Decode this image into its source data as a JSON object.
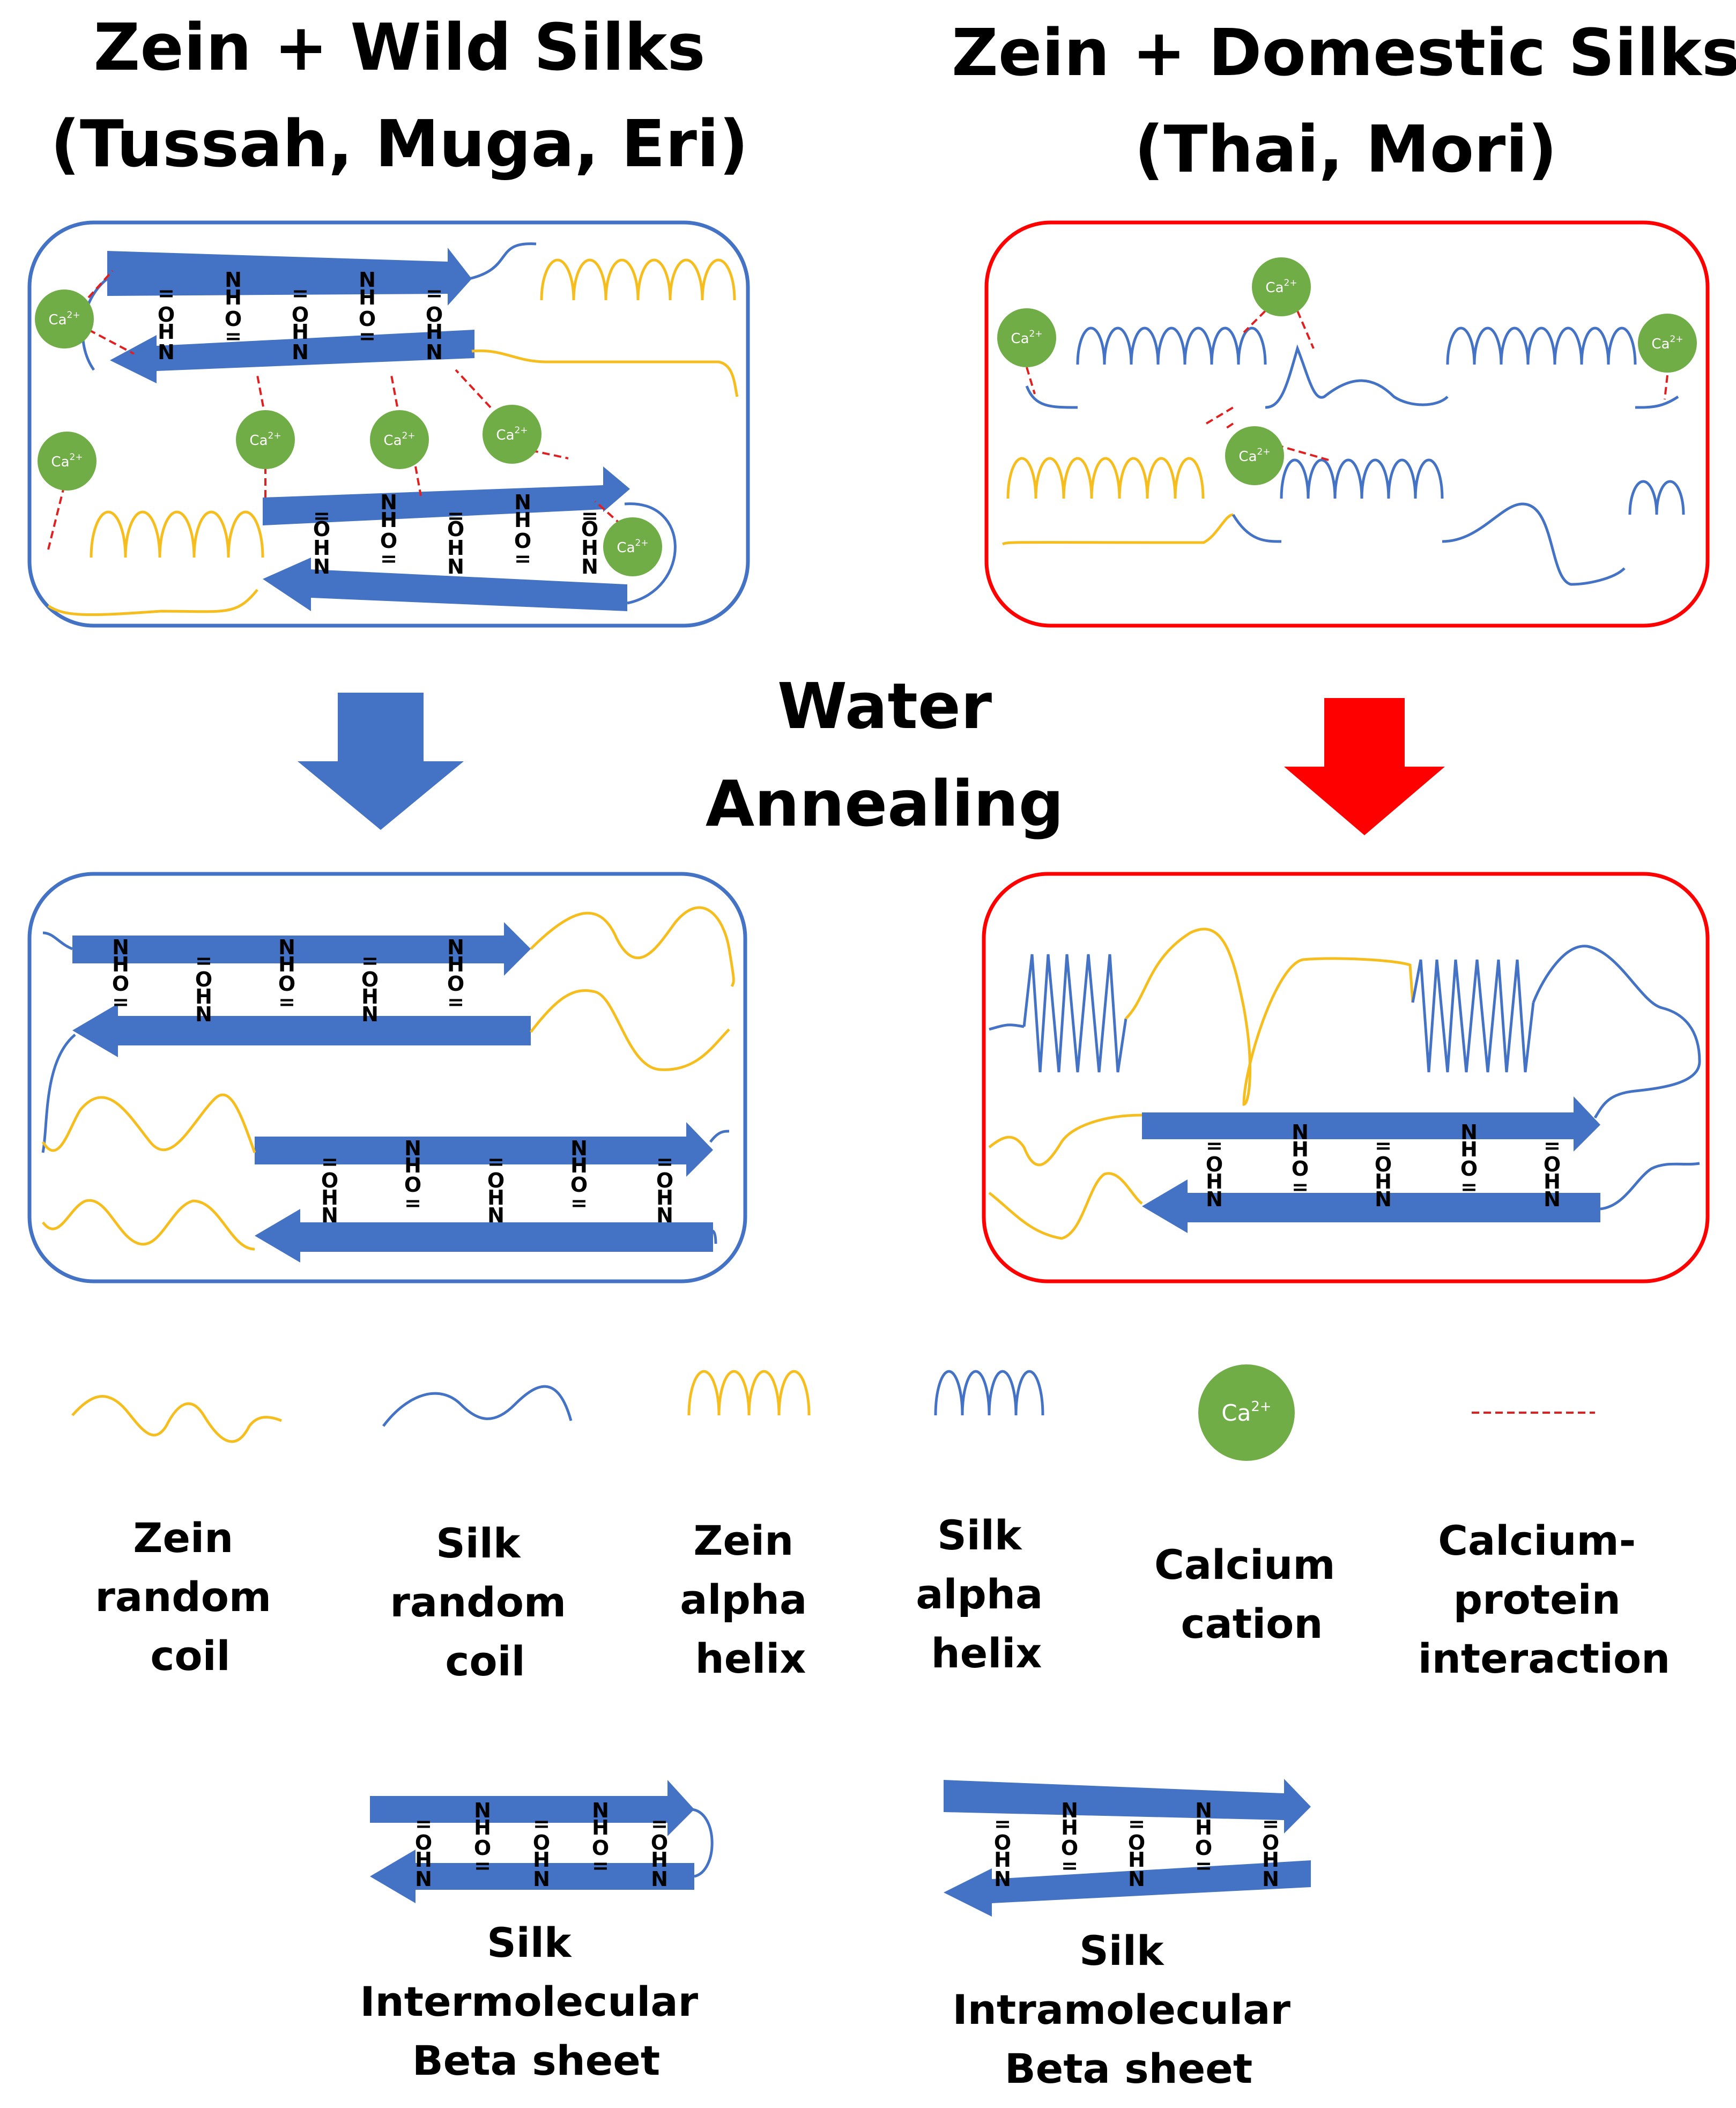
{
  "headings": {
    "wild": {
      "line1": "Zein + Wild Silks",
      "line2": "(Tussah, Muga, Eri)"
    },
    "domestic": {
      "line1": "Zein + Domestic Silks",
      "line2": "(Thai, Mori)"
    },
    "process": {
      "line1": "Water",
      "line2": "Annealing"
    }
  },
  "atoms": {
    "n": "N",
    "h": "H",
    "o": "O"
  },
  "ion_label": {
    "base": "Ca",
    "charge": "2+"
  },
  "legend": {
    "zein_random_coil": [
      "Zein",
      "random",
      "coil"
    ],
    "silk_random_coil": [
      "Silk",
      "random",
      "coil"
    ],
    "zein_alpha_helix": [
      "Zein",
      "alpha",
      "helix"
    ],
    "silk_alpha_helix": [
      "Silk",
      "alpha",
      "helix"
    ],
    "calcium_cation": [
      "Calcium",
      "cation"
    ],
    "calcium_protein_interaction": [
      "Calcium-",
      "protein",
      "interaction"
    ],
    "silk_intermolecular_beta_sheet": [
      "Silk",
      "Intermolecular",
      "Beta sheet"
    ],
    "silk_intramolecular_beta_sheet": [
      "Silk",
      "Intramolecular",
      "Beta sheet"
    ]
  },
  "colors": {
    "wild_accent": "#4472C4",
    "domestic_accent": "#FF0000",
    "silk": "#4472C4",
    "zein": "#F5BE1E",
    "calcium": "#70AD47",
    "interaction": "#E02020"
  }
}
